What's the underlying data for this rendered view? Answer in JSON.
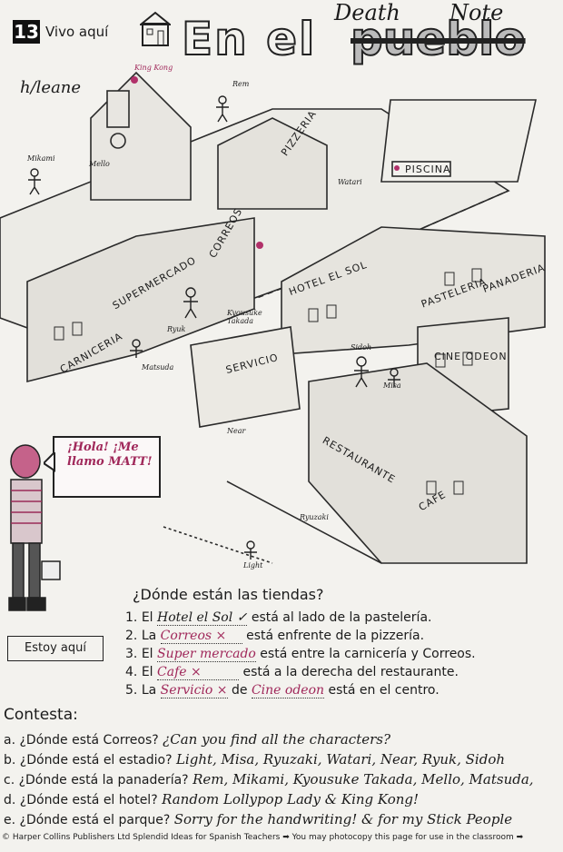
{
  "header": {
    "unit_number": "13",
    "unit_label": "Vivo aquí",
    "title_main": "En el",
    "title_struck": "pueblo",
    "title_overwrite_1": "Death",
    "title_overwrite_2": "Note",
    "signature": "h/leane"
  },
  "map": {
    "signs": {
      "pizzeria": "PIZZERIA",
      "piscina": "PISCINA",
      "supermercado": "SUPERMERCADO",
      "correos": "CORREOS",
      "hotel": "HOTEL EL SOL",
      "pasteleria": "PASTELERIA",
      "panaderia": "PANADERIA",
      "carniceria": "CARNICERIA",
      "servicio": "SERVICIO",
      "cine": "CINE ODEON",
      "restaurante": "RESTAURANTE",
      "cafe": "CAFE"
    },
    "characters": {
      "king_kong": "King Kong",
      "rem": "Rem",
      "mikami": "Mikami",
      "mello": "Mello",
      "watari": "Watari",
      "ryuk": "Ryuk",
      "kyousuke": "Kyousuke Takada",
      "matsuda": "Matsuda",
      "sidoh": "Sidoh",
      "misa": "Misa",
      "near": "Near",
      "ryuzaki": "Ryuzaki",
      "light": "Light"
    }
  },
  "bubble": {
    "text": "¡Hola! ¡Me llamo MATT!"
  },
  "questions": {
    "title": "¿Dónde están las tiendas?",
    "items": [
      {
        "num": "1.",
        "article": "El",
        "answer": "Hotel el Sol ✓",
        "rest": "está al lado de la pastelería."
      },
      {
        "num": "2.",
        "article": "La",
        "answer": "Correos ×",
        "rest": "está enfrente de la pizzería."
      },
      {
        "num": "3.",
        "article": "El",
        "answer": "Super mercado",
        "rest": "está entre la carnicería y Correos."
      },
      {
        "num": "4.",
        "article": "El",
        "answer": "Cafe ×",
        "rest": "está a la derecha del restaurante."
      },
      {
        "num": "5.",
        "article": "La",
        "answer": "Servicio ×",
        "mid": "de",
        "answer2": "Cine odeon",
        "rest": "está en el centro."
      }
    ],
    "estoy": "Estoy aquí"
  },
  "contesta": {
    "title": "Contesta:",
    "items": [
      {
        "q": "a. ¿Dónde está Correos?",
        "a": "¿Can you find all the characters?"
      },
      {
        "q": "b. ¿Dónde está el estadio?",
        "a": "Light, Misa, Ryuzaki, Watari, Near, Ryuk, Sidoh"
      },
      {
        "q": "c. ¿Dónde está la panadería?",
        "a": "Rem, Mikami, Kyousuke Takada, Mello, Matsuda,"
      },
      {
        "q": "d. ¿Dónde está el hotel?",
        "a": "Random Lollypop Lady & King Kong!"
      },
      {
        "q": "e. ¿Dónde está el parque?",
        "a": "Sorry for the handwriting! & for my Stick People"
      }
    ]
  },
  "footer": "© Harper Collins Publishers Ltd  Splendid Ideas for Spanish Teachers  ➡ You may photocopy this page for use in the classroom ➡"
}
